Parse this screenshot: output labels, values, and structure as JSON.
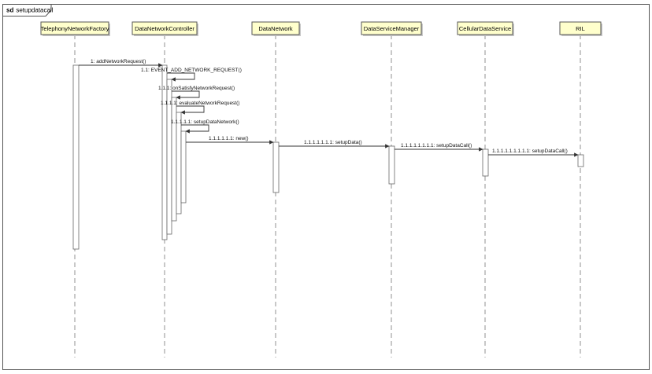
{
  "frame": {
    "keyword": "sd",
    "name": "setupdatacall"
  },
  "lifelines": [
    {
      "name": "TelephonyNetworkFactory"
    },
    {
      "name": "DataNetworkController"
    },
    {
      "name": "DataNetwork"
    },
    {
      "name": "DataServiceManager"
    },
    {
      "name": "CellularDataService"
    },
    {
      "name": "RIL"
    }
  ],
  "messages": [
    {
      "label": "1: addNetworkRequest()",
      "from": 0,
      "to": 1
    },
    {
      "label": "1.1: EVENT_ADD_NETWORK_REQUEST()",
      "from": 1,
      "to": 1
    },
    {
      "label": "1.1.1: onSatisfyNetworkRequest()",
      "from": 1,
      "to": 1
    },
    {
      "label": "1.1.1.1: evaluateNetworkRequest()",
      "from": 1,
      "to": 1
    },
    {
      "label": "1.1.1.1.1: setupDataNetwork()",
      "from": 1,
      "to": 1
    },
    {
      "label": "1.1.1.1.1.1: new()",
      "from": 1,
      "to": 2
    },
    {
      "label": "1.1.1.1.1.1.1: setupData()",
      "from": 2,
      "to": 3
    },
    {
      "label": "1.1.1.1.1.1.1.1: setupDataCall()",
      "from": 3,
      "to": 4
    },
    {
      "label": "1.1.1.1.1.1.1.1.1: setupDataCall()",
      "from": 4,
      "to": 5
    }
  ]
}
